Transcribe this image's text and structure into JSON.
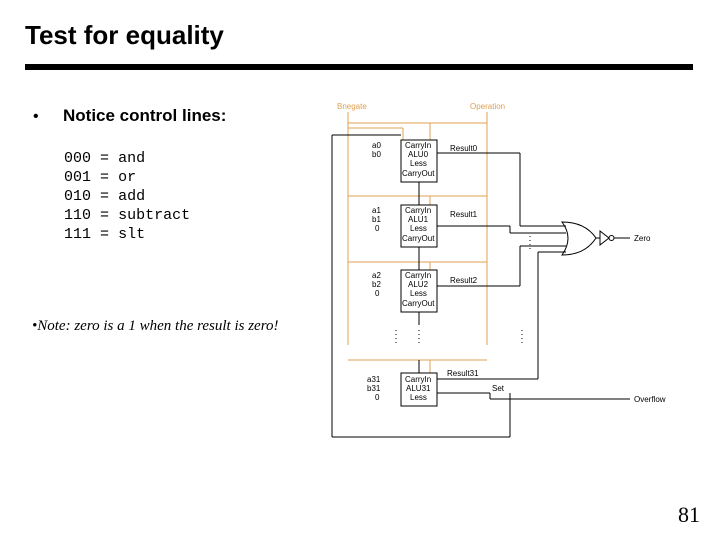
{
  "slide": {
    "title": "Test for equality",
    "bullet": "•",
    "heading": "Notice control lines:",
    "codes": [
      {
        "code": "000",
        "eq": "=",
        "op": "and"
      },
      {
        "code": "001",
        "eq": "=",
        "op": "or"
      },
      {
        "code": "010",
        "eq": "=",
        "op": "add"
      },
      {
        "code": "110",
        "eq": "=",
        "op": "subtract"
      },
      {
        "code": "111",
        "eq": "=",
        "op": "slt"
      }
    ],
    "note": "•Note:  zero is a 1 when the result is zero!",
    "page_number": "81"
  },
  "diagram": {
    "bnegate": "Bnegate",
    "operation": "Operation",
    "zero": "Zero",
    "overflow": "Overflow",
    "set": "Set",
    "carry_in": "CarryIn",
    "less": "Less",
    "carry_out": "CarryOut",
    "alus": [
      {
        "a": "a0",
        "b": "b0",
        "less_in": "",
        "alu": "ALU0",
        "result": "Result0"
      },
      {
        "a": "a1",
        "b": "b1",
        "less_in": "0",
        "alu": "ALU1",
        "result": "Result1"
      },
      {
        "a": "a2",
        "b": "b2",
        "less_in": "0",
        "alu": "ALU2",
        "result": "Result2"
      },
      {
        "a": "a31",
        "b": "b31",
        "less_in": "0",
        "alu": "ALU31",
        "result": "Result31"
      }
    ],
    "colors": {
      "control": "#e0a050",
      "wire": "#000000"
    }
  }
}
